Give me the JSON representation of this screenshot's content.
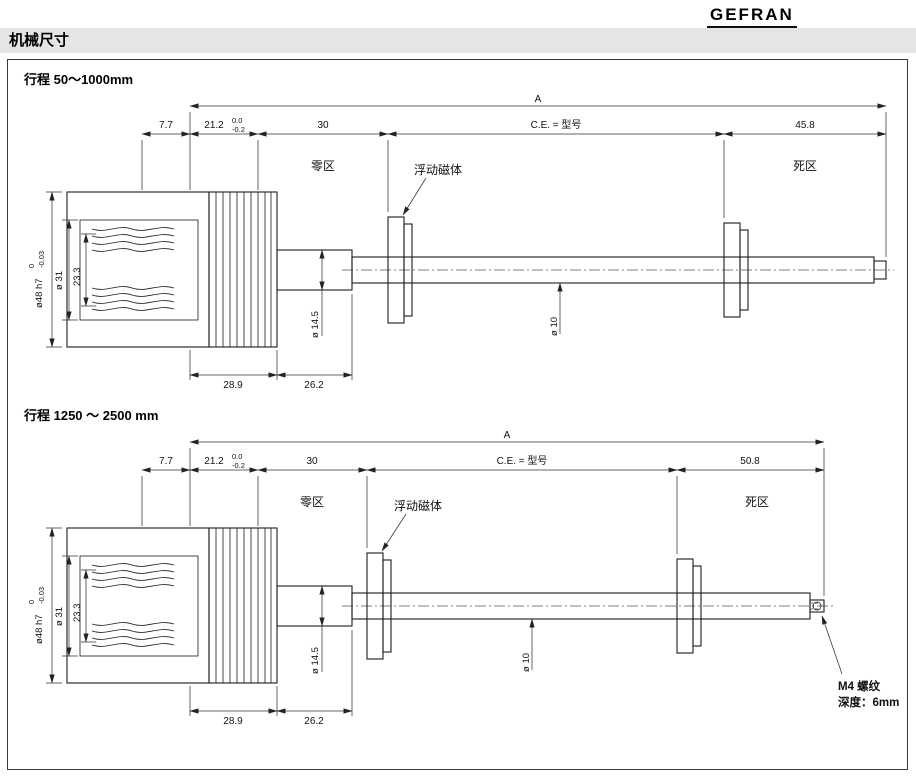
{
  "brand": {
    "logo": "GEFRAN"
  },
  "page_title": "机械尺寸",
  "drawings": [
    {
      "title": "行程 50～1000mm",
      "zone_null": "零区",
      "magnet_label": "浮动磁体",
      "zone_dead": "死区",
      "dim_overall": "A",
      "dim_front": "7.7",
      "dim_collar": "21.2",
      "dim_collar_tol_up": "0.0",
      "dim_collar_tol_dn": "-0.2",
      "dim_null": "30",
      "dim_stroke": "C.E. = 型号",
      "dim_dead": "45.8",
      "dim_body_dia": "ø48 h7",
      "dim_body_tol_up": "0",
      "dim_body_tol_dn": "-0.03",
      "dim_inner_dia": "ø 31",
      "dim_inner_h": "23.3",
      "dim_shaft_dia": "ø 14.5",
      "dim_rod_dia": "ø 10",
      "dim_base1": "28.9",
      "dim_base2": "26.2"
    },
    {
      "title": "行程 1250 ～ 2500 mm",
      "zone_null": "零区",
      "magnet_label": "浮动磁体",
      "zone_dead": "死区",
      "dim_overall": "A",
      "dim_front": "7.7",
      "dim_collar": "21.2",
      "dim_collar_tol_up": "0.0",
      "dim_collar_tol_dn": "-0.2",
      "dim_null": "30",
      "dim_stroke": "C.E. = 型号",
      "dim_dead": "50.8",
      "dim_body_dia": "ø48 h7",
      "dim_body_tol_up": "0",
      "dim_body_tol_dn": "-0.03",
      "dim_inner_dia": "ø 31",
      "dim_inner_h": "23.3",
      "dim_shaft_dia": "ø 14.5",
      "dim_rod_dia": "ø 10",
      "dim_base1": "28.9",
      "dim_base2": "26.2",
      "thread_note1": "M4 螺纹",
      "thread_note2": "深度：6mm"
    }
  ]
}
